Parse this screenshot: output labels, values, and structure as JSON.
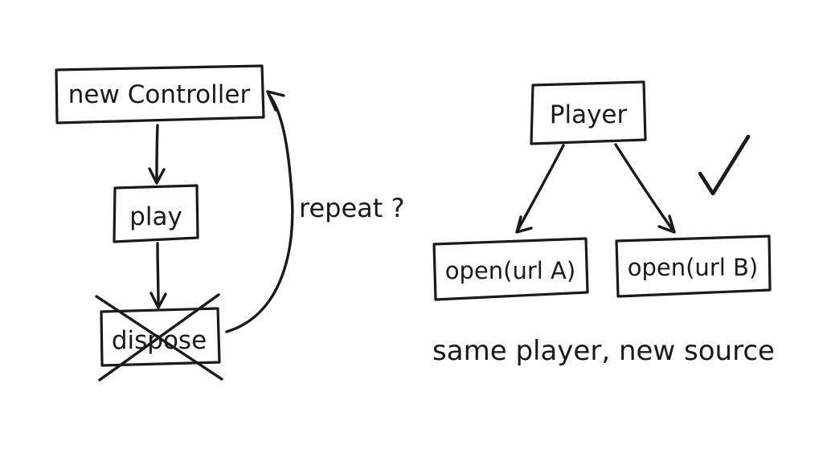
{
  "colors": {
    "ink": "#1a1a1a",
    "background": "#ffffff"
  },
  "left_diagram": {
    "node_new_controller": "new Controller",
    "node_play": "play",
    "node_dispose": "dispose",
    "loop_label": "repeat ?"
  },
  "right_diagram": {
    "node_player": "Player",
    "node_open_url_a": "open(url A)",
    "node_open_url_b": "open(url B)",
    "caption": "same player, new source"
  },
  "icons": {
    "check": "check-icon",
    "cross_out": "cross-out-icon"
  }
}
